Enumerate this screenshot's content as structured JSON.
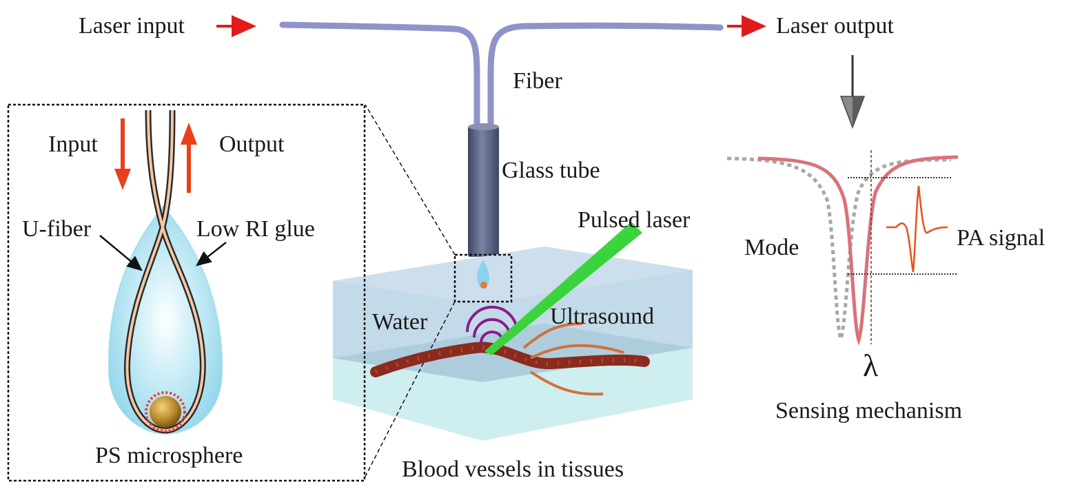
{
  "labels": {
    "laser_input": "Laser input",
    "laser_output": "Laser output",
    "fiber": "Fiber",
    "glass_tube": "Glass tube",
    "pulsed_laser": "Pulsed laser",
    "water": "Water",
    "ultrasound": "Ultrasound",
    "blood_vessels": "Blood vessels in tissues",
    "input": "Input",
    "output": "Output",
    "u_fiber": "U-fiber",
    "low_ri_glue": "Low RI glue",
    "ps_microsphere": "PS microsphere",
    "mode": "Mode",
    "pa_signal": "PA signal",
    "lambda": "λ",
    "sensing_mechanism": "Sensing mechanism"
  },
  "colors": {
    "fiber": "#8f93c9",
    "arrow_red": "#e11a1a",
    "arrow_orange": "#e8401a",
    "glass_tube": "#5c6384",
    "laser_green": "#3cd63c",
    "tissue_top": "#b9d3e4",
    "tissue_bottom": "#c9ecee",
    "vessel": "#8b2b1f",
    "ultrasound_wave": "#8a1a8a",
    "droplet": "#bfe8f4",
    "mode_shifted": "#d9727a",
    "mode_original": "#a8a8a8",
    "pa_signal": "#e8501a"
  }
}
